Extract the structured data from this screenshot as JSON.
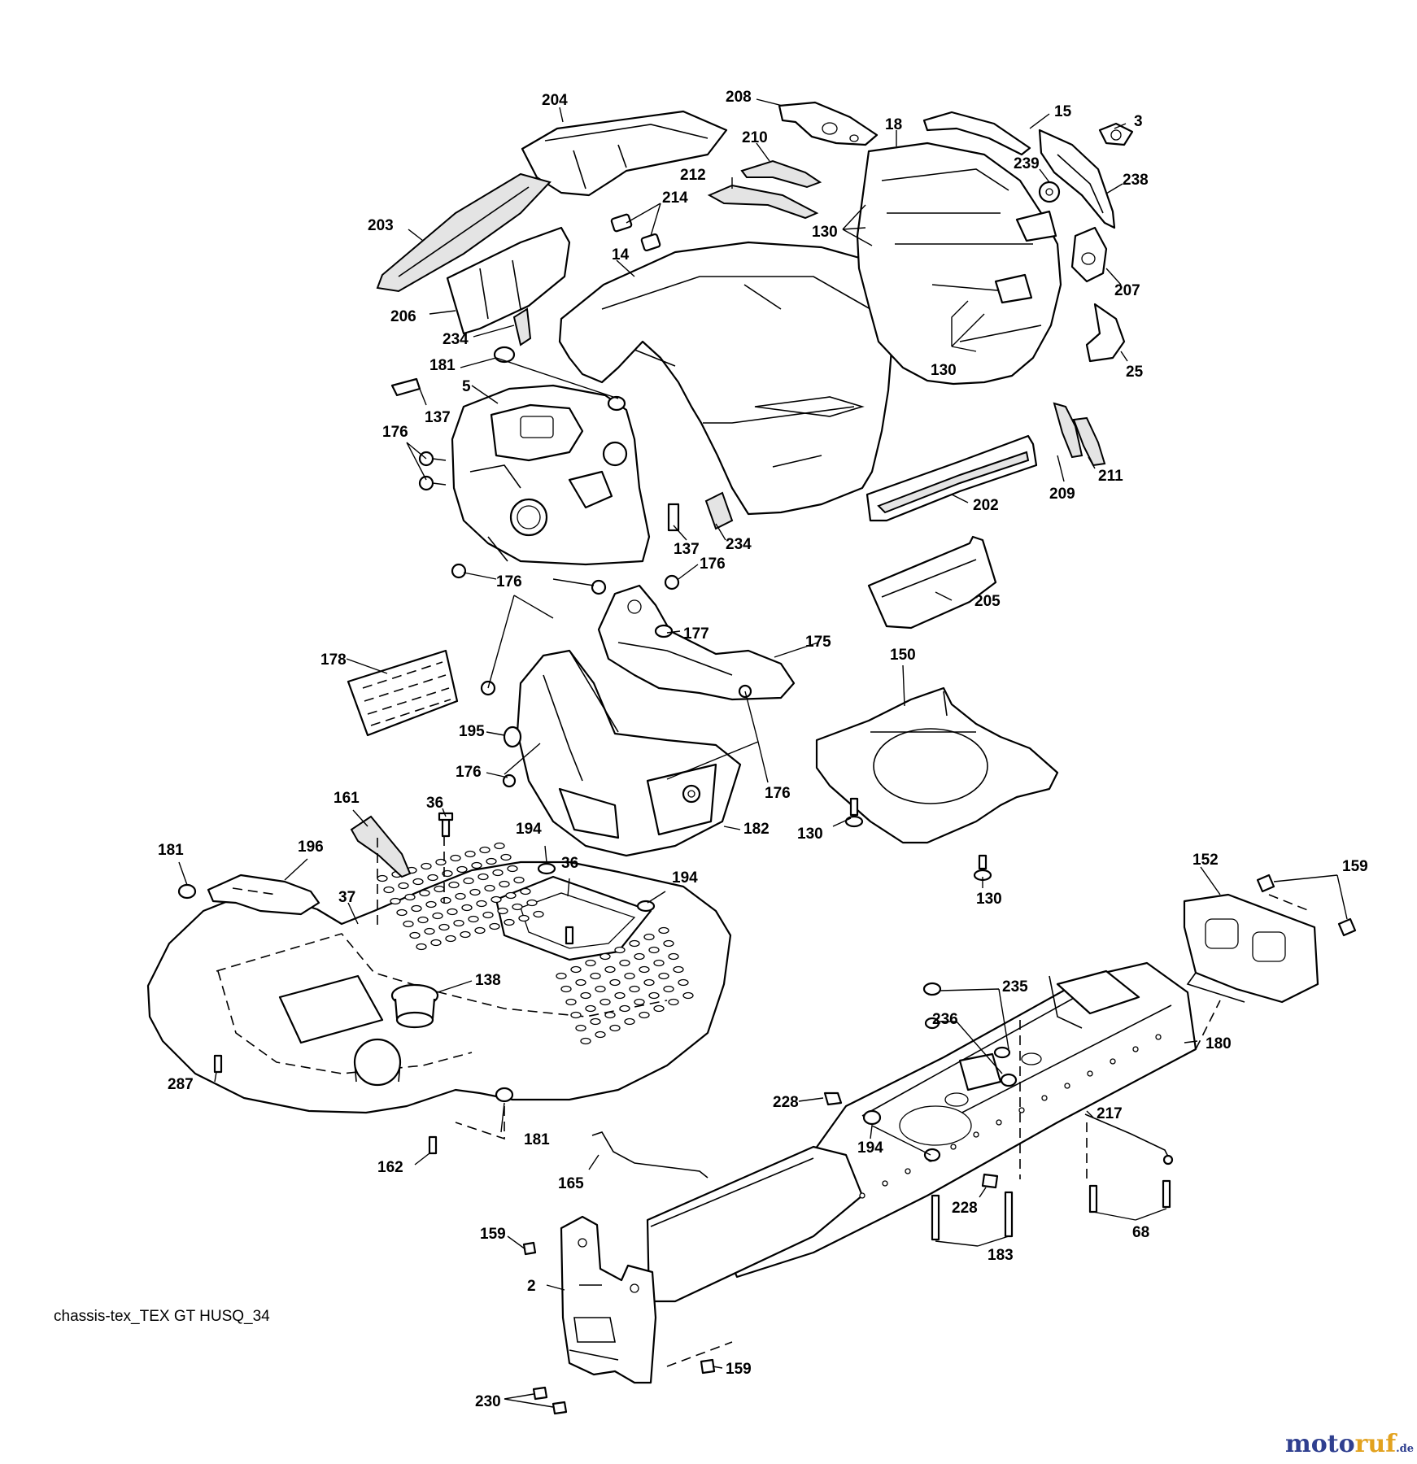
{
  "caption": "chassis-tex_TEX GT HUSQ_34",
  "brand": {
    "part1": "moto",
    "part2": "ruf",
    "suffix": ".de"
  },
  "callouts": [
    {
      "id": "c204",
      "text": "204"
    },
    {
      "id": "c208",
      "text": "208"
    },
    {
      "id": "c210",
      "text": "210"
    },
    {
      "id": "c18",
      "text": "18"
    },
    {
      "id": "c15",
      "text": "15"
    },
    {
      "id": "c3",
      "text": "3"
    },
    {
      "id": "c212",
      "text": "212"
    },
    {
      "id": "c214",
      "text": "214"
    },
    {
      "id": "c239",
      "text": "239"
    },
    {
      "id": "c238",
      "text": "238"
    },
    {
      "id": "c203",
      "text": "203"
    },
    {
      "id": "c130a",
      "text": "130"
    },
    {
      "id": "c14",
      "text": "14"
    },
    {
      "id": "c207",
      "text": "207"
    },
    {
      "id": "c206",
      "text": "206"
    },
    {
      "id": "c234a",
      "text": "234"
    },
    {
      "id": "c130b",
      "text": "130"
    },
    {
      "id": "c25",
      "text": "25"
    },
    {
      "id": "c181a",
      "text": "181"
    },
    {
      "id": "c5",
      "text": "5"
    },
    {
      "id": "c137a",
      "text": "137"
    },
    {
      "id": "c176a",
      "text": "176"
    },
    {
      "id": "c209",
      "text": "209"
    },
    {
      "id": "c211",
      "text": "211"
    },
    {
      "id": "c202",
      "text": "202"
    },
    {
      "id": "c137b",
      "text": "137"
    },
    {
      "id": "c234b",
      "text": "234"
    },
    {
      "id": "c176b",
      "text": "176"
    },
    {
      "id": "c176c",
      "text": "176"
    },
    {
      "id": "c205",
      "text": "205"
    },
    {
      "id": "c177",
      "text": "177"
    },
    {
      "id": "c175",
      "text": "175"
    },
    {
      "id": "c178",
      "text": "178"
    },
    {
      "id": "c150",
      "text": "150"
    },
    {
      "id": "c195",
      "text": "195"
    },
    {
      "id": "c176d",
      "text": "176"
    },
    {
      "id": "c176e",
      "text": "176"
    },
    {
      "id": "c130c",
      "text": "130"
    },
    {
      "id": "c161",
      "text": "161"
    },
    {
      "id": "c36a",
      "text": "36"
    },
    {
      "id": "c194a",
      "text": "194"
    },
    {
      "id": "c182",
      "text": "182"
    },
    {
      "id": "c130d",
      "text": "130"
    },
    {
      "id": "c181b",
      "text": "181"
    },
    {
      "id": "c196",
      "text": "196"
    },
    {
      "id": "c36b",
      "text": "36"
    },
    {
      "id": "c194b",
      "text": "194"
    },
    {
      "id": "c152",
      "text": "152"
    },
    {
      "id": "c159a",
      "text": "159"
    },
    {
      "id": "c37",
      "text": "37"
    },
    {
      "id": "c138",
      "text": "138"
    },
    {
      "id": "c235",
      "text": "235"
    },
    {
      "id": "c236",
      "text": "236"
    },
    {
      "id": "c180",
      "text": "180"
    },
    {
      "id": "c287",
      "text": "287"
    },
    {
      "id": "c228a",
      "text": "228"
    },
    {
      "id": "c217",
      "text": "217"
    },
    {
      "id": "c181c",
      "text": "181"
    },
    {
      "id": "c194c",
      "text": "194"
    },
    {
      "id": "c162",
      "text": "162"
    },
    {
      "id": "c165",
      "text": "165"
    },
    {
      "id": "c228b",
      "text": "228"
    },
    {
      "id": "c68",
      "text": "68"
    },
    {
      "id": "c159b",
      "text": "159"
    },
    {
      "id": "c183",
      "text": "183"
    },
    {
      "id": "c2",
      "text": "2"
    },
    {
      "id": "c159c",
      "text": "159"
    },
    {
      "id": "c230",
      "text": "230"
    }
  ]
}
